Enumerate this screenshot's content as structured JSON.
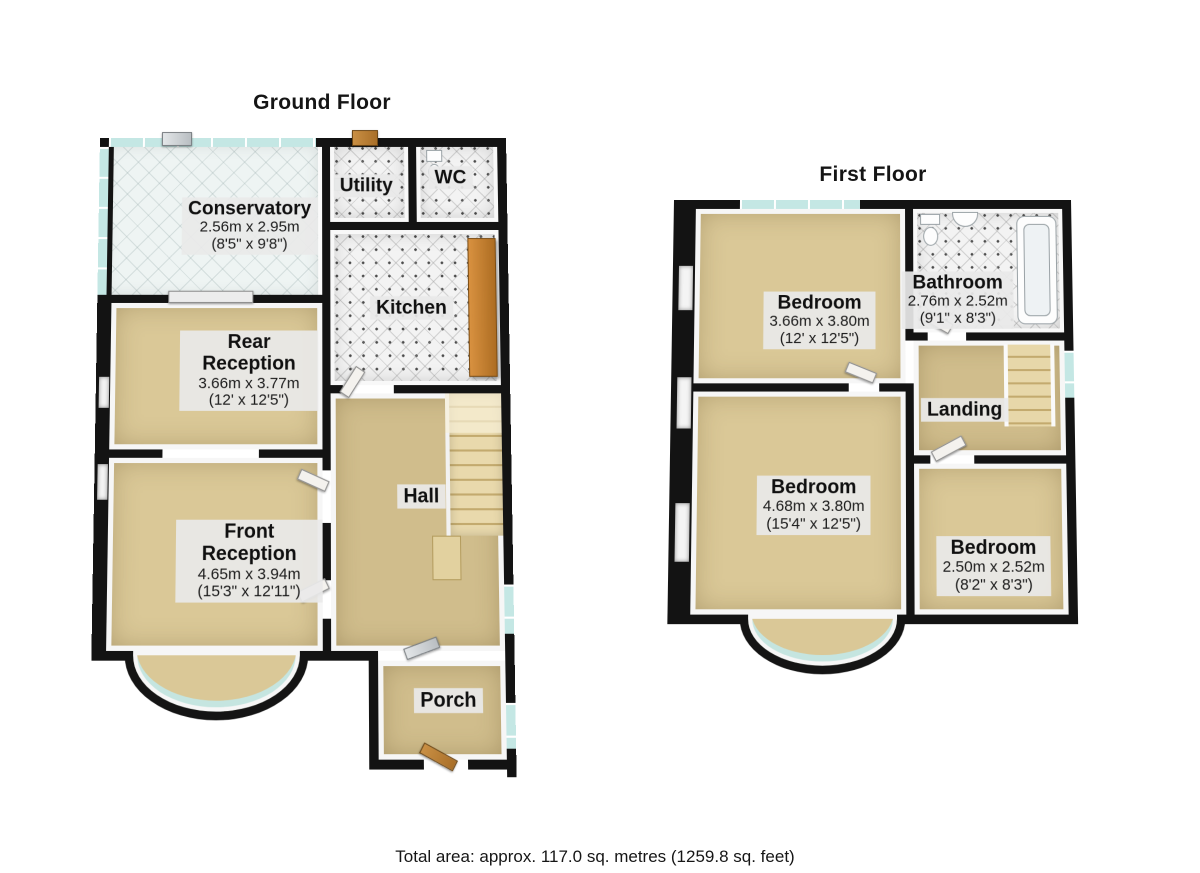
{
  "floors": [
    {
      "title": "Ground Floor",
      "rooms": [
        {
          "name": "Conservatory",
          "dims_m": "2.56m x 2.95m",
          "dims_ft": "(8'5\" x 9'8\")"
        },
        {
          "name": "Utility",
          "dims_m": "",
          "dims_ft": ""
        },
        {
          "name": "WC",
          "dims_m": "",
          "dims_ft": ""
        },
        {
          "name": "Kitchen",
          "dims_m": "",
          "dims_ft": ""
        },
        {
          "name": "Rear Reception",
          "dims_m": "3.66m x 3.77m",
          "dims_ft": "(12' x 12'5\")"
        },
        {
          "name": "Hall",
          "dims_m": "",
          "dims_ft": ""
        },
        {
          "name": "Front Reception",
          "dims_m": "4.65m x 3.94m",
          "dims_ft": "(15'3\" x 12'11\")"
        },
        {
          "name": "Porch",
          "dims_m": "",
          "dims_ft": ""
        }
      ]
    },
    {
      "title": "First Floor",
      "rooms": [
        {
          "name": "Bedroom",
          "dims_m": "3.66m x 3.80m",
          "dims_ft": "(12' x 12'5\")"
        },
        {
          "name": "Bathroom",
          "dims_m": "2.76m x 2.52m",
          "dims_ft": "(9'1\" x 8'3\")"
        },
        {
          "name": "Landing",
          "dims_m": "",
          "dims_ft": ""
        },
        {
          "name": "Bedroom",
          "dims_m": "4.68m x 3.80m",
          "dims_ft": "(15'4\" x 12'5\")"
        },
        {
          "name": "Bedroom",
          "dims_m": "2.50m x 2.52m",
          "dims_ft": "(8'2\" x 8'3\")"
        }
      ]
    }
  ],
  "footer": {
    "total_area": "Total area: approx. 117.0 sq. metres (1259.8 sq. feet)"
  },
  "fixtures": [
    "bay-window",
    "staircase",
    "bath",
    "toilet",
    "sink",
    "kitchen-counter",
    "door",
    "window-glazing"
  ],
  "colors": {
    "wall": "#131313",
    "floor_tan": "#dac897",
    "floor_tan_dark": "#d0bd8c",
    "tile": "#f3f3f3",
    "glass": "#c4e7e4",
    "counter_wood": "#d89140",
    "stairs": "#e9d9ac",
    "label_bg": "#e9e9e9",
    "text": "#111111"
  }
}
